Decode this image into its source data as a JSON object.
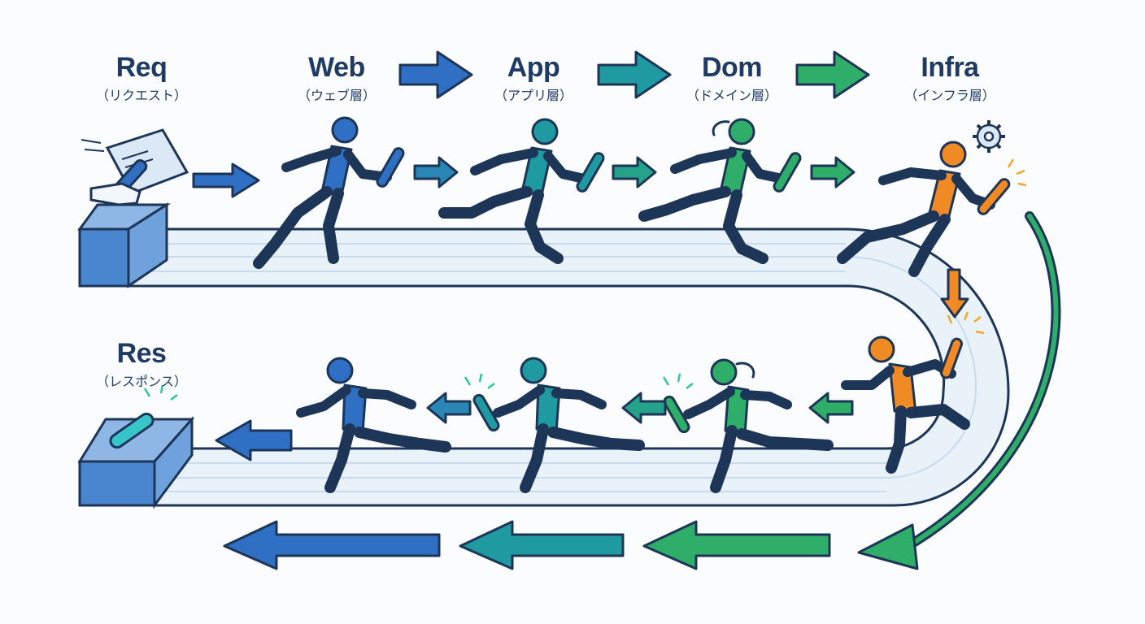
{
  "stages": [
    {
      "id": "req",
      "label": "Req",
      "sublabel": "（リクエスト）"
    },
    {
      "id": "web",
      "label": "Web",
      "sublabel": "（ウェブ層）"
    },
    {
      "id": "app",
      "label": "App",
      "sublabel": "（アプリ層）"
    },
    {
      "id": "dom",
      "label": "Dom",
      "sublabel": "（ドメイン層）"
    },
    {
      "id": "infra",
      "label": "Infra",
      "sublabel": "（インフラ層）"
    }
  ],
  "response": {
    "label": "Res",
    "sublabel": "（レスポンス）"
  },
  "colors": {
    "web": "#2f6fc4",
    "app": "#1f9aa0",
    "dom": "#2fae6a",
    "infra": "#f08a24",
    "outline": "#1d3557",
    "track": "#e9f1f9",
    "track_line": "#c7dbee"
  },
  "icons": [
    "document-icon",
    "baton-icon",
    "gear-icon",
    "arrow-right-icon",
    "arrow-left-icon",
    "return-arrow-icon"
  ]
}
